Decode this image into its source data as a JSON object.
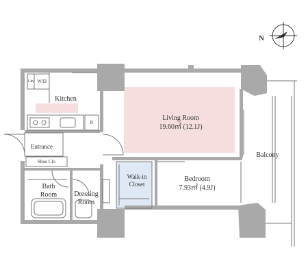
{
  "compass": {
    "north_label": "N",
    "icon": "compass-icon"
  },
  "rooms": {
    "kitchen": "Kitchen",
    "living": {
      "name": "Living Room",
      "area": "19.60㎡ (12.1J)"
    },
    "bedroom": {
      "name": "Bedroom",
      "area": "7.93㎡ (4.9J)"
    },
    "walk_in_line1": "Walk-in",
    "walk_in_line2": "Closet",
    "entrance": "Entrance",
    "shoe_closet": "Shoe Clo",
    "bath_line1": "Bath",
    "bath_line2": "Room",
    "dressing_line1": "Dressing",
    "dressing_line2": "Room",
    "balcony": "Balcony"
  },
  "fixtures": {
    "linen": "Lin",
    "washer_dryer": "W/D",
    "refrigerator": "R"
  },
  "colors": {
    "wall": "#a9a9a9",
    "living_highlight": "#f6dede",
    "kitchen_highlight": "#f6dede",
    "closet_highlight": "#dfe8f5",
    "compass_fill": "#2b2b2b"
  }
}
